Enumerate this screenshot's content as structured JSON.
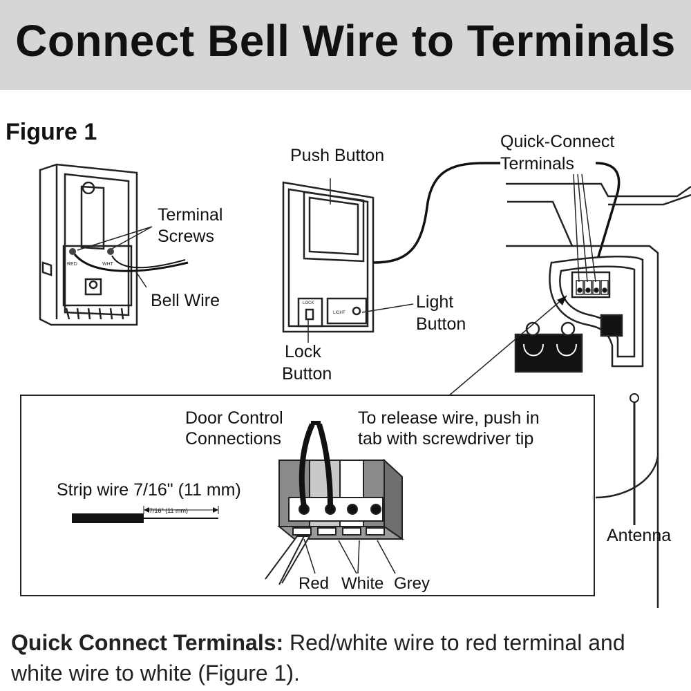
{
  "header": {
    "title": "Connect Bell Wire to Terminals"
  },
  "figure": {
    "title": "Figure 1",
    "labels": {
      "terminal_screws_1": "Terminal",
      "terminal_screws_2": "Screws",
      "bell_wire": "Bell Wire",
      "push_button": "Push Button",
      "light_button_1": "Light",
      "light_button_2": "Button",
      "lock_button_1": "Lock",
      "lock_button_2": "Button",
      "quick_connect_1": "Quick-Connect",
      "quick_connect_2": "Terminals",
      "antenna": "Antenna",
      "door_control_1": "Door Control",
      "door_control_2": "Connections",
      "release_1": "To release wire, push in",
      "release_2": "tab with screwdriver tip",
      "strip_wire": "Strip wire 7/16\" (11 mm)",
      "strip_dim": "7/16\" (11 mm)",
      "red": "Red",
      "white": "White",
      "grey": "Grey",
      "red_small": "RED",
      "wht_small": "WHT",
      "lock_small": "LOCK",
      "light_small": "LIGHT"
    }
  },
  "caption": {
    "bold": "Quick Connect Terminals:",
    "text": " Red/white wire to red terminal and white wire to white (Figure 1)."
  }
}
